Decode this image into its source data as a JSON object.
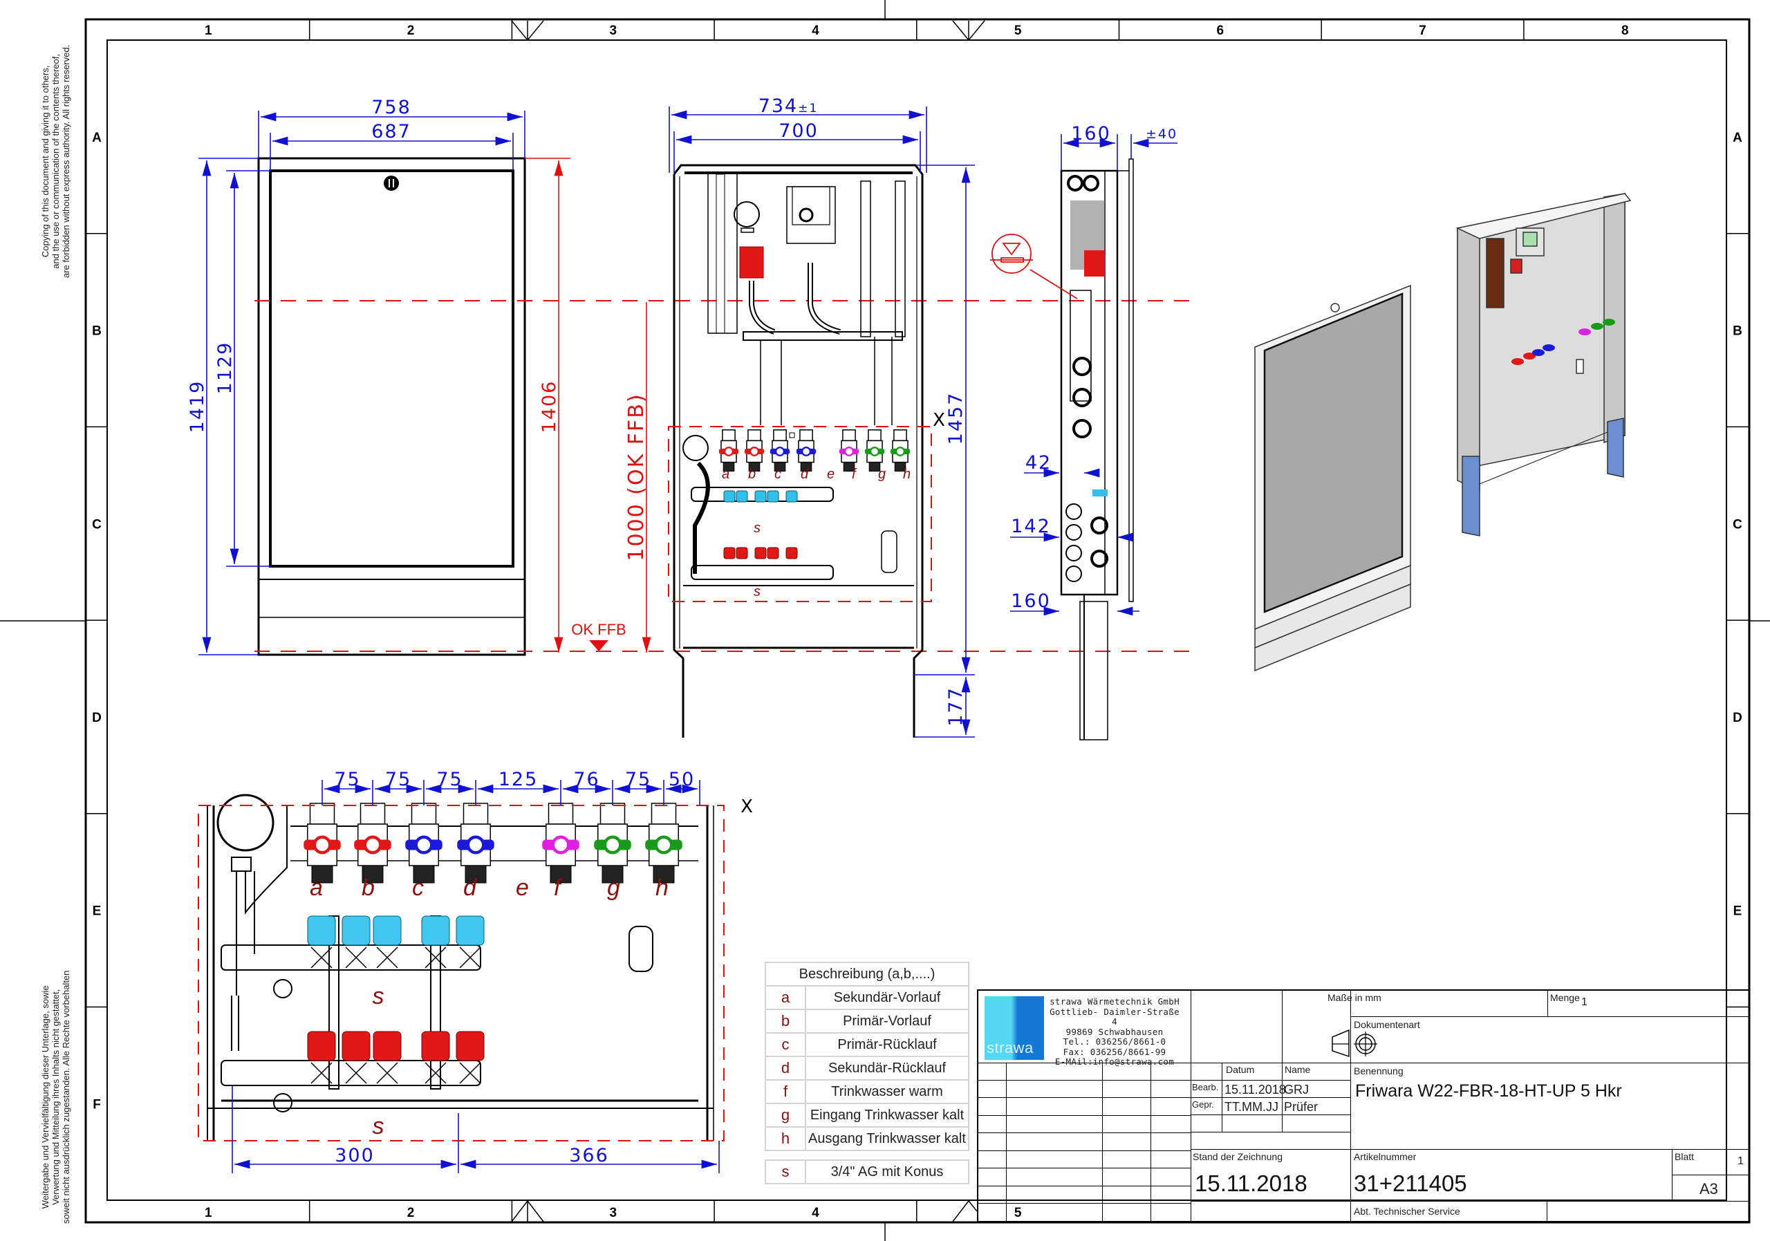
{
  "notices": {
    "copyright_en": [
      "Copying of this document and giving it to others,",
      "and the use or communication of the contents thereof,",
      "are forbidden without express authority. All rights reserved."
    ],
    "copyright_de": [
      "Weitergabe und Vervielfältigung dieser Unterlage, sowie",
      "Verwertung und Mitteilung ihres Inhalts nicht gestattet,",
      "soweit nicht ausdrücklich zugestanden. Alle Rechte vorbehalten"
    ]
  },
  "frame": {
    "columns": [
      "1",
      "2",
      "3",
      "4",
      "5",
      "6",
      "7",
      "8"
    ],
    "bottom_columns": [
      "1",
      "2",
      "3",
      "4",
      "5"
    ],
    "rows": [
      "A",
      "B",
      "C",
      "D",
      "E",
      "F"
    ],
    "right_rows": [
      "A",
      "B",
      "C",
      "D",
      "E"
    ]
  },
  "front_view": {
    "width_outer": "758",
    "width_inner": "687",
    "height_outer": "1419",
    "height_inner": "1129",
    "height_red": "1406",
    "floor_label": "OK FFB"
  },
  "open_view": {
    "width_total": "734",
    "width_tolerance": "±1",
    "width_inner": "700",
    "height_total": "1457",
    "feet_height": "177",
    "floor_height": "1000 (OK FFB)",
    "x_marker": "X",
    "connection_labels": [
      "a",
      "b",
      "c",
      "d",
      "e",
      "f",
      "g",
      "h"
    ],
    "s_label": "s"
  },
  "side_view": {
    "depth": "160",
    "depth_tolerance": "±40",
    "dim_42": "42",
    "dim_142": "142",
    "dim_160": "160"
  },
  "detail_view": {
    "spacings": [
      "75",
      "75",
      "75",
      "125",
      "76",
      "75",
      "50"
    ],
    "connection_labels": [
      "a",
      "b",
      "c",
      "d",
      "e",
      "f",
      "g",
      "h"
    ],
    "s_label": "s",
    "bottom_left": "300",
    "bottom_right": "366",
    "x_marker": "X",
    "valve_colors": [
      "#e01818",
      "#e01818",
      "#1a1ad8",
      "#1a1ad8",
      "#e020e0",
      "#1a9a1a",
      "#1a9a1a"
    ]
  },
  "legend": {
    "title": "Beschreibung (a,b,....)",
    "rows": [
      {
        "key": "a",
        "text": "Sekundär-Vorlauf"
      },
      {
        "key": "b",
        "text": "Primär-Vorlauf"
      },
      {
        "key": "c",
        "text": "Primär-Rücklauf"
      },
      {
        "key": "d",
        "text": "Sekundär-Rücklauf"
      },
      {
        "key": "f",
        "text": "Trinkwasser warm"
      },
      {
        "key": "g",
        "text": "Eingang Trinkwasser kalt"
      },
      {
        "key": "h",
        "text": "Ausgang Trinkwasser kalt"
      }
    ],
    "extra": {
      "key": "s",
      "text": "3/4\" AG mit Konus"
    }
  },
  "title_block": {
    "logo_text": "strawa",
    "company": [
      "strawa Wärmetechnik GmbH",
      "Gottlieb- Daimler-Straße 4",
      "99869 Schwabhausen",
      "Tel.: 036256/8661-0",
      "Fax: 036256/8661-99",
      "E-MAil:info@strawa.com"
    ],
    "units_label": "Maße in mm",
    "menge_label": "Menge",
    "menge_value": "1",
    "dokumentenart_label": "Dokumentenart",
    "datum_label": "Datum",
    "name_label": "Name",
    "bearb_label": "Bearb.",
    "bearb_date": "15.11.2018",
    "bearb_name": "GRJ",
    "gepr_label": "Gepr.",
    "gepr_date": "TT.MM.JJ",
    "gepr_name": "Prüfer",
    "benennung_label": "Benennung",
    "benennung_value": "Friwara W22-FBR-18-HT-UP 5 Hkr",
    "stand_label": "Stand der Zeichnung",
    "stand_value": "15.11.2018",
    "artikel_label": "Artikelnummer",
    "artikel_value": "31+211405",
    "blatt_label": "Blatt",
    "blatt_value": "1",
    "format": "A3",
    "department": "Abt. Technischer Service"
  }
}
